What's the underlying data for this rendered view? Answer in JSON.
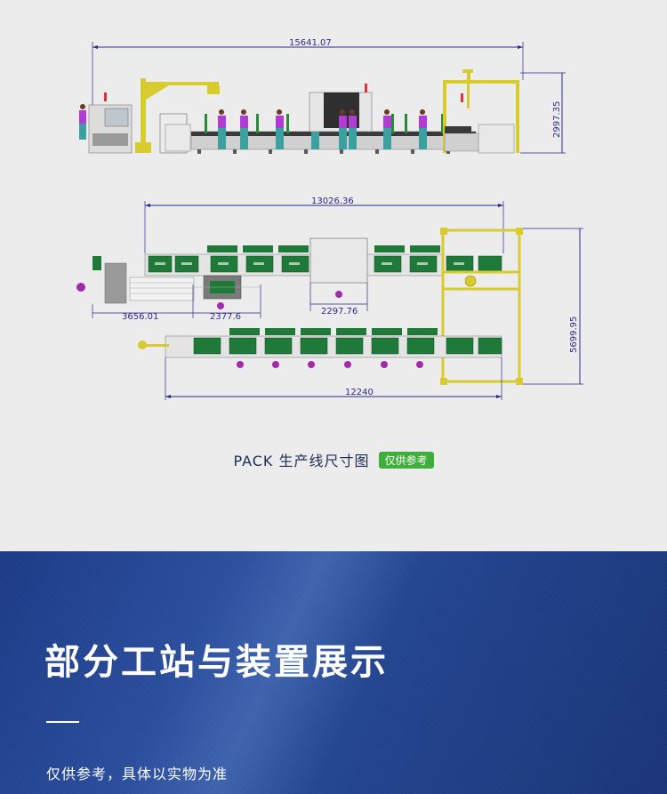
{
  "drawing": {
    "dims": {
      "total_length": "15641.07",
      "height": "2997.35",
      "upper_line_length": "13026.36",
      "depth": "5699.95",
      "seg_a": "3656.01",
      "seg_b": "2377.6",
      "seg_c": "2297.76",
      "lower_line_length": "12240"
    }
  },
  "caption": {
    "title": "PACK 生产线尺寸图",
    "badge": "仅供参考"
  },
  "section": {
    "heading": "部分工站与装置展示",
    "note": "仅供参考，具体以实物为准"
  },
  "colors": {
    "dimension": "#2a2a8a",
    "crane": "#d7cb2f",
    "station_green": "#1f7a3a",
    "badge": "#3fae3a",
    "banner": "#1c3a86"
  }
}
